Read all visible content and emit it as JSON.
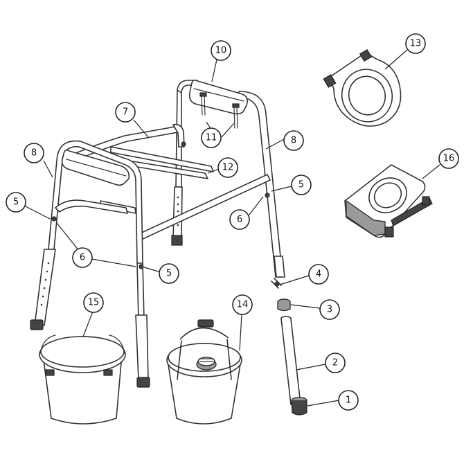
{
  "callouts": [
    {
      "id": "c1",
      "label": "1"
    },
    {
      "id": "c2",
      "label": "2"
    },
    {
      "id": "c3",
      "label": "3"
    },
    {
      "id": "c4",
      "label": "4"
    },
    {
      "id": "c5a",
      "label": "5"
    },
    {
      "id": "c5b",
      "label": "5"
    },
    {
      "id": "c5c",
      "label": "5"
    },
    {
      "id": "c6a",
      "label": "6"
    },
    {
      "id": "c6b",
      "label": "6"
    },
    {
      "id": "c7",
      "label": "7"
    },
    {
      "id": "c8a",
      "label": "8"
    },
    {
      "id": "c8b",
      "label": "8"
    },
    {
      "id": "c10",
      "label": "10"
    },
    {
      "id": "c11",
      "label": "11"
    },
    {
      "id": "c12",
      "label": "12"
    },
    {
      "id": "c13",
      "label": "13"
    },
    {
      "id": "c14",
      "label": "14"
    },
    {
      "id": "c15",
      "label": "15"
    },
    {
      "id": "c16",
      "label": "16"
    }
  ]
}
